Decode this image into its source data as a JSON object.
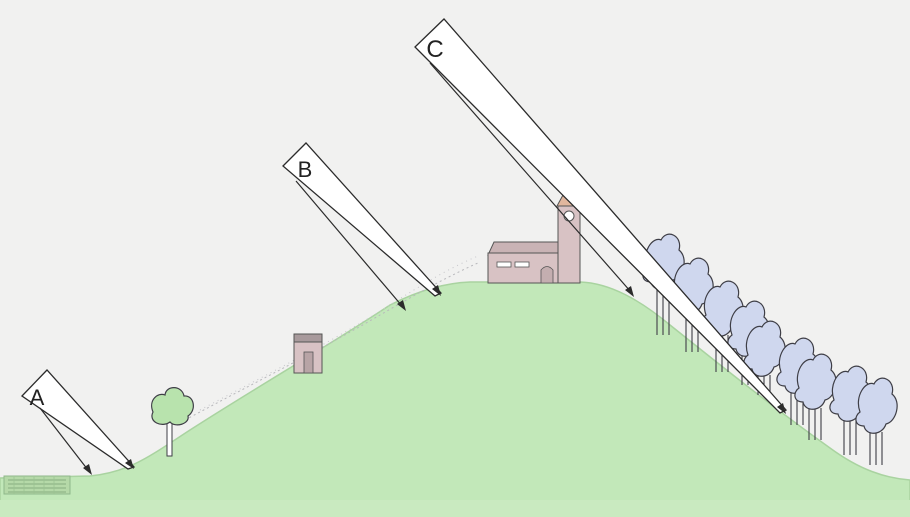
{
  "diagram": {
    "labels": {
      "a": "A",
      "b": "B",
      "c": "C"
    },
    "colors": {
      "background": "#f1f1f0",
      "hill_fill": "#c2e8b9",
      "hill_outline": "#a9d3a0",
      "tree_canopy": "#cfd7ee",
      "tree_outline": "#3e3e46",
      "building_wall": "#d8c2c4",
      "building_roof": "#e1b79e",
      "arrow_outline": "#2b2b2b"
    }
  }
}
